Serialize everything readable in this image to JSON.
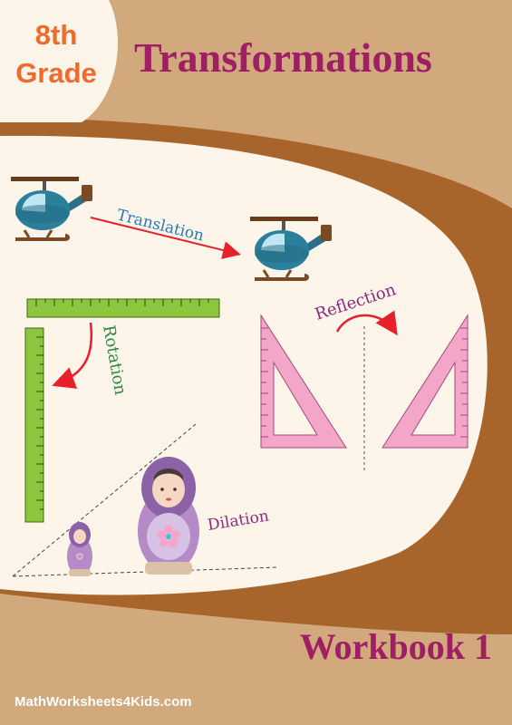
{
  "cover": {
    "grade_line1": "8th",
    "grade_line2": "Grade",
    "title": "Transformations",
    "workbook": "Workbook 1",
    "site": "MathWorksheets4Kids.com"
  },
  "labels": {
    "translation": "Translation",
    "reflection": "Reflection",
    "rotation": "Rotation",
    "dilation": "Dilation"
  },
  "colors": {
    "background": "#d2a97c",
    "cream_panel": "#fdf4ea",
    "band": "#a8652b",
    "title": "#9e1f63",
    "grade": "#ef6a2c",
    "translation_label": "#2a7ab8",
    "reflection_label": "#8a2a7d",
    "rotation_label": "#2c8a3d",
    "dilation_label": "#8a2a7d",
    "ruler": "#8cc63f",
    "set_square": "#f4a6c8",
    "helicopter": "#2b7f9a",
    "doll": "#b48bc6"
  }
}
